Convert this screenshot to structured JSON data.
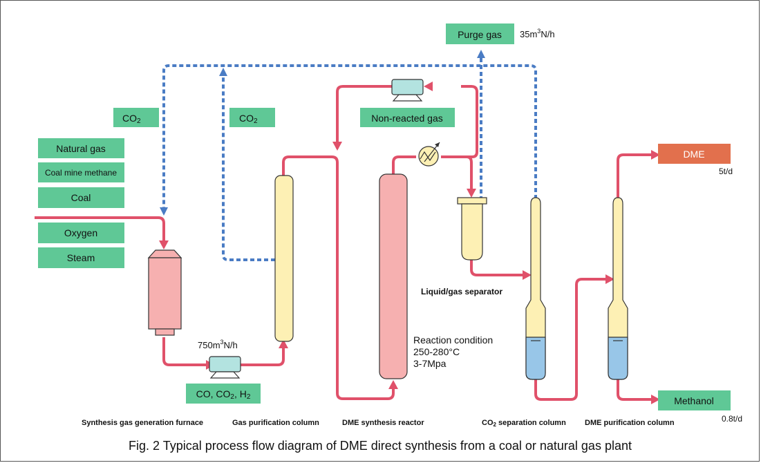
{
  "colors": {
    "green": "#5fc896",
    "pink_line": "#e0516a",
    "blue_dash": "#4a7cc4",
    "yellow_col": "#fdf0b4",
    "pink_col": "#f6b0b0",
    "blue_liquid": "#98c6e8",
    "orange": "#e2704d",
    "teal_box": "#b3e3e0"
  },
  "boxes": {
    "purge_gas": "Purge gas",
    "co2_left": "CO2",
    "co2_mid": "CO2",
    "non_reacted": "Non-reacted gas",
    "natural_gas": "Natural gas",
    "coal_mine_methane": "Coal mine methane",
    "coal": "Coal",
    "oxygen": "Oxygen",
    "steam": "Steam",
    "syngas": "CO, CO2, H2",
    "dme": "DME",
    "methanol": "Methanol"
  },
  "flow_labels": {
    "purge_rate_num": "35m",
    "purge_rate_sup": "3",
    "purge_rate_unit": "N/h",
    "syngas_rate_num": "750m",
    "syngas_rate_sup": "3",
    "syngas_rate_unit": "N/h",
    "dme_rate": "5t/d",
    "methanol_rate": "0.8t/d",
    "reaction_title": "Reaction condition",
    "reaction_temp": "250-280°C",
    "reaction_pressure": "3-7Mpa",
    "liquid_gas_separator": "Liquid/gas separator"
  },
  "units": {
    "furnace": "Synthesis gas generation furnace",
    "gas_purification": "Gas purification column",
    "dme_reactor": "DME synthesis reactor",
    "co2_separation": "CO2 separation column",
    "dme_purification": "DME purification column"
  },
  "caption": "Fig. 2 Typical process flow diagram of DME direct synthesis from a coal or natural gas plant"
}
